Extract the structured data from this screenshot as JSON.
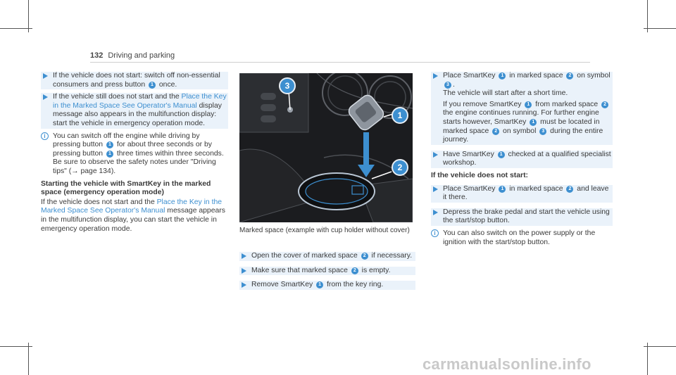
{
  "header": {
    "page_number": "132",
    "section_title": "Driving and parking"
  },
  "col1": {
    "step1": [
      "If the vehicle does not start: switch off non-essential consumers and press button ",
      "1",
      " once."
    ],
    "step2_pre": "If the vehicle still does not start and the ",
    "step2_link": "Place the Key in the Marked Space See Operator's Manual",
    "step2_post": " display message also appears in the multifunction display: start the vehicle in emergency operation mode.",
    "note1": [
      "You can switch off the engine while driving by pressing button ",
      "1",
      " for about three seconds or by pressing button ",
      "1",
      " three times within three seconds. Be sure to observe the safety notes under \"Driving tips\" (→ page 134)."
    ],
    "heading": "Starting the vehicle with SmartKey in the marked space (emergency operation mode)",
    "para_pre": "If the vehicle does not start and the ",
    "para_link": "Place the Key in the Marked Space See Operator's Manual",
    "para_post": " message appears in the multifunction display, you can start the vehicle in emergency operation mode."
  },
  "figure": {
    "callouts": [
      "1",
      "2",
      "3"
    ]
  },
  "col2": {
    "caption": "Marked space (example with cup holder without cover)",
    "steps": [
      [
        "Open the cover of marked space ",
        "2",
        " if necessary."
      ],
      [
        "Make sure that marked space ",
        "2",
        " is empty."
      ],
      [
        "Remove SmartKey ",
        "1",
        " from the key ring."
      ]
    ]
  },
  "col3": {
    "step1": [
      "Place SmartKey ",
      "1",
      " in marked space ",
      "2",
      " on symbol ",
      "3",
      "."
    ],
    "step1_line2": "The vehicle will start after a short time.",
    "step1_line3": [
      "If you remove SmartKey ",
      "1",
      " from marked space ",
      "2",
      " the engine continues running. For further engine starts however, SmartKey ",
      "1",
      " must be located in marked space ",
      "2",
      " on symbol ",
      "3",
      " during the entire journey."
    ],
    "step2": [
      "Have SmartKey ",
      "1",
      " checked at a qualified specialist workshop."
    ],
    "heading": "If the vehicle does not start:",
    "step3": [
      "Place SmartKey ",
      "1",
      " in marked space ",
      "2",
      " and leave it there."
    ],
    "step4": "Depress the brake pedal and start the vehicle using the start/stop button.",
    "note": "You can also switch on the power supply or the ignition with the start/stop button."
  },
  "watermark": "carmanualsonline.info",
  "colors": {
    "accent": "#3d8fd0"
  }
}
